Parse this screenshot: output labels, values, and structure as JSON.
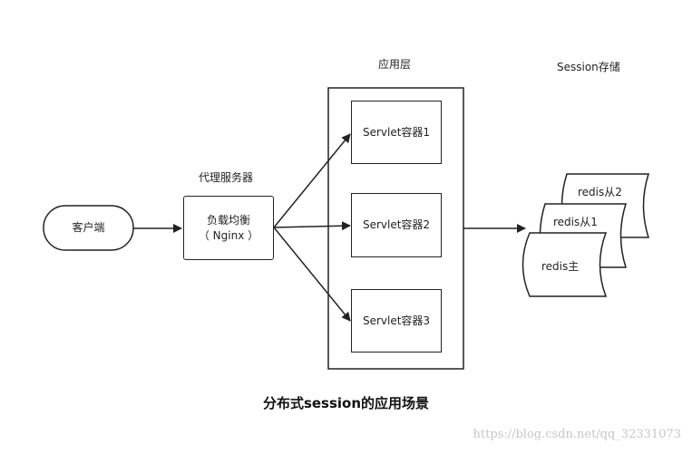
{
  "labels": {
    "proxy": "代理服务器",
    "app_layer": "应用层",
    "session_storage": "Session存储"
  },
  "nodes": {
    "client": "客户端",
    "lb_line1": "负载均衡",
    "lb_line2": "（ Nginx ）",
    "servlet1": "Servlet容器1",
    "servlet2": "Servlet容器2",
    "servlet3": "Servlet容器3",
    "redis_master": "redis主",
    "redis_slave1": "redis从1",
    "redis_slave2": "redis从2"
  },
  "caption": "分布式session的应用场景",
  "watermark": "https://blog.csdn.net/qq_32331073"
}
